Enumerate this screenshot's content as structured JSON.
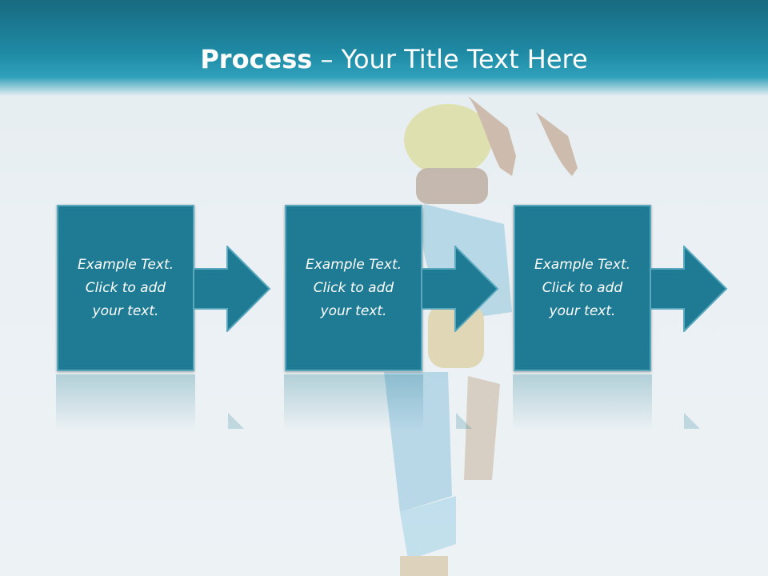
{
  "slide": {
    "title_bold": "Process",
    "title_dash": " – ",
    "title_rest": "Your Title Text Here"
  },
  "steps": [
    {
      "line1": "Example Text.",
      "line2": "Click  to add",
      "line3": "your text."
    },
    {
      "line1": "Example Text.",
      "line2": "Click  to add",
      "line3": "your text."
    },
    {
      "line1": "Example Text.",
      "line2": "Click  to add",
      "line3": "your text."
    }
  ],
  "colors": {
    "accent": "#1f7a93",
    "title_bar": "#1f8aa4",
    "title_text": "#ffffff"
  },
  "icons": [
    "right-arrow-icon"
  ]
}
